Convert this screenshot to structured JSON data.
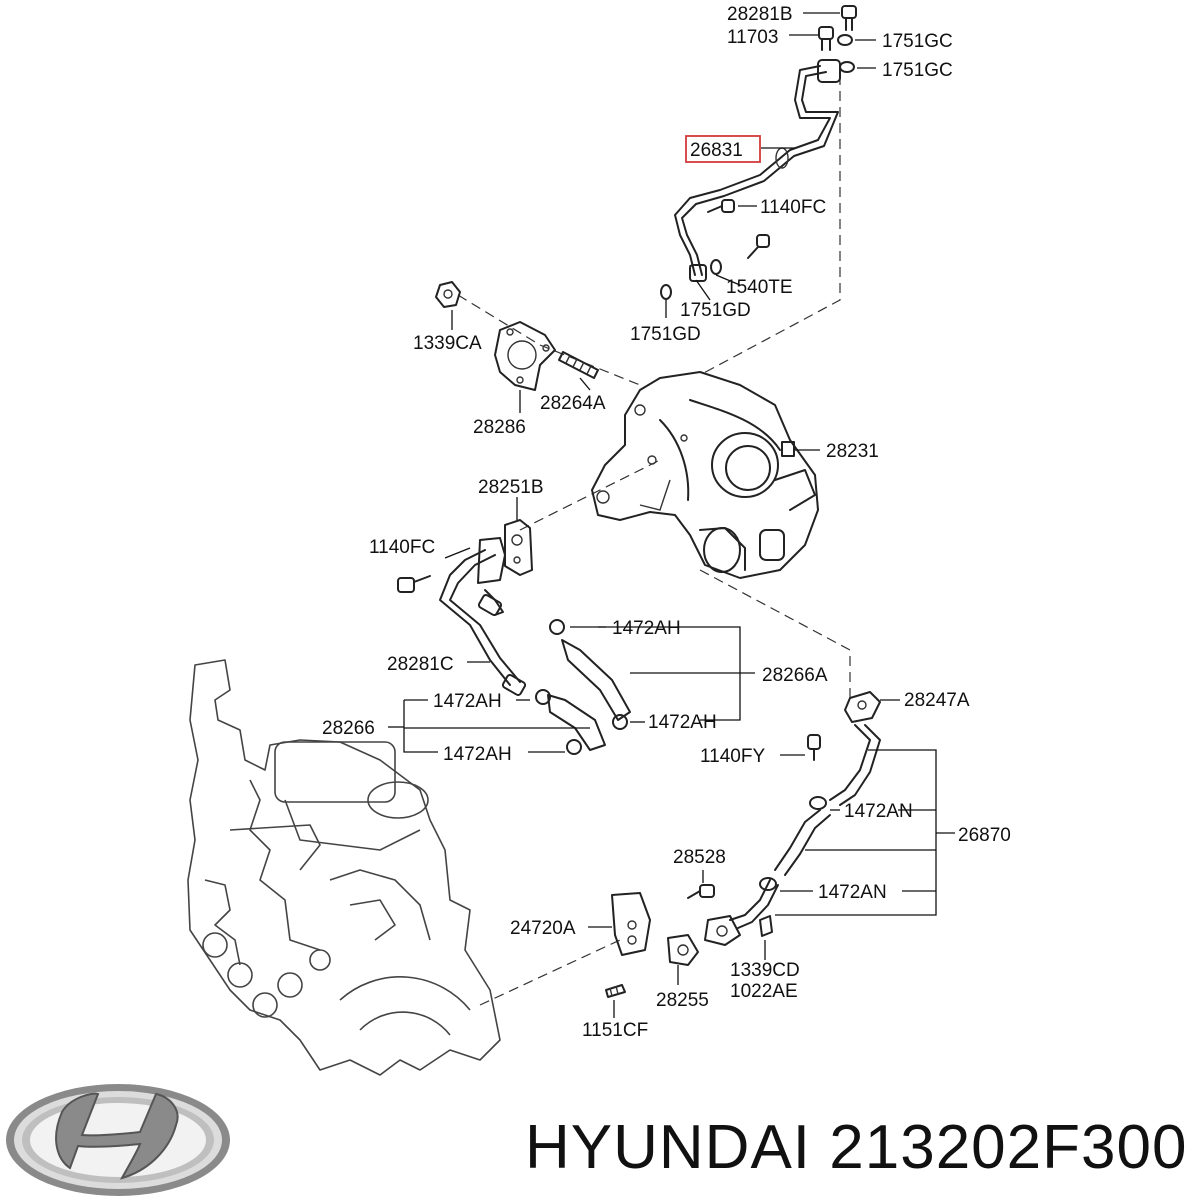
{
  "labels": {
    "l28281B": "28281B",
    "l11703": "11703",
    "l1751GC_a": "1751GC",
    "l1751GC_b": "1751GC",
    "l26831": "26831",
    "l1140FC_a": "1140FC",
    "l1540TE": "1540TE",
    "l1751GD_a": "1751GD",
    "l1751GD_b": "1751GD",
    "l1339CA": "1339CA",
    "l28264A": "28264A",
    "l28286": "28286",
    "l28231": "28231",
    "l28251B": "28251B",
    "l1140FC_b": "1140FC",
    "l1472AH_a": "1472AH",
    "l28266A": "28266A",
    "l28281C": "28281C",
    "l1472AH_b": "1472AH",
    "l1472AH_c": "1472AH",
    "l28266": "28266",
    "l1472AH_d": "1472AH",
    "l28247A": "28247A",
    "l1140FY": "1140FY",
    "l1472AN_a": "1472AN",
    "l26870": "26870",
    "l28528": "28528",
    "l1472AN_b": "1472AN",
    "l24720A": "24720A",
    "l1339CD": "1339CD",
    "l1022AE": "1022AE",
    "l28255": "28255",
    "l1151CF": "1151CF"
  },
  "highlight_color": "#d23a3a",
  "footer": {
    "text": "HYUNDAI 213202F300"
  },
  "logo": {
    "name": "hyundai-logo",
    "text": "H"
  }
}
